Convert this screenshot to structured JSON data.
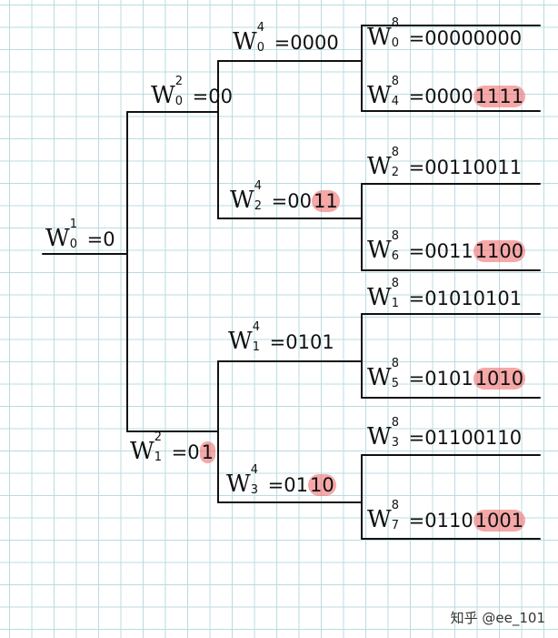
{
  "diagram": {
    "colors": {
      "line": "#111111",
      "grid": "#b9dce0",
      "highlight": "#f06e6e"
    },
    "nodes": [
      {
        "id": "w0-1",
        "letter": "W",
        "sup": "1",
        "sub": "0",
        "eq": "=",
        "prefix": "0",
        "highlight": ""
      },
      {
        "id": "w0-2",
        "letter": "W",
        "sup": "2",
        "sub": "0",
        "eq": "=",
        "prefix": "00",
        "highlight": ""
      },
      {
        "id": "w1-2",
        "letter": "W",
        "sup": "2",
        "sub": "1",
        "eq": "=",
        "prefix": "0",
        "highlight": "1"
      },
      {
        "id": "w0-4",
        "letter": "W",
        "sup": "4",
        "sub": "0",
        "eq": "=",
        "prefix": "0000",
        "highlight": ""
      },
      {
        "id": "w2-4",
        "letter": "W",
        "sup": "4",
        "sub": "2",
        "eq": "=",
        "prefix": "00",
        "highlight": "11"
      },
      {
        "id": "w1-4",
        "letter": "W",
        "sup": "4",
        "sub": "1",
        "eq": "=",
        "prefix": "0101",
        "highlight": ""
      },
      {
        "id": "w3-4",
        "letter": "W",
        "sup": "4",
        "sub": "3",
        "eq": "=",
        "prefix": "01",
        "highlight": "10"
      },
      {
        "id": "w0-8",
        "letter": "W",
        "sup": "8",
        "sub": "0",
        "eq": "=",
        "prefix": "00000000",
        "highlight": ""
      },
      {
        "id": "w4-8",
        "letter": "W",
        "sup": "8",
        "sub": "4",
        "eq": "=",
        "prefix": "0000",
        "highlight": "1111"
      },
      {
        "id": "w2-8",
        "letter": "W",
        "sup": "8",
        "sub": "2",
        "eq": "=",
        "prefix": "00110011",
        "highlight": ""
      },
      {
        "id": "w6-8",
        "letter": "W",
        "sup": "8",
        "sub": "6",
        "eq": "=",
        "prefix": "0011",
        "highlight": "1100"
      },
      {
        "id": "w1-8",
        "letter": "W",
        "sup": "8",
        "sub": "1",
        "eq": "=",
        "prefix": "01010101",
        "highlight": ""
      },
      {
        "id": "w5-8",
        "letter": "W",
        "sup": "8",
        "sub": "5",
        "eq": "=",
        "prefix": "0101",
        "highlight": "1010"
      },
      {
        "id": "w3-8",
        "letter": "W",
        "sup": "8",
        "sub": "3",
        "eq": "=",
        "prefix": "01100110",
        "highlight": ""
      },
      {
        "id": "w7-8",
        "letter": "W",
        "sup": "8",
        "sub": "7",
        "eq": "=",
        "prefix": "0110",
        "highlight": "1001"
      }
    ]
  },
  "watermark": "知乎 @ee_101"
}
